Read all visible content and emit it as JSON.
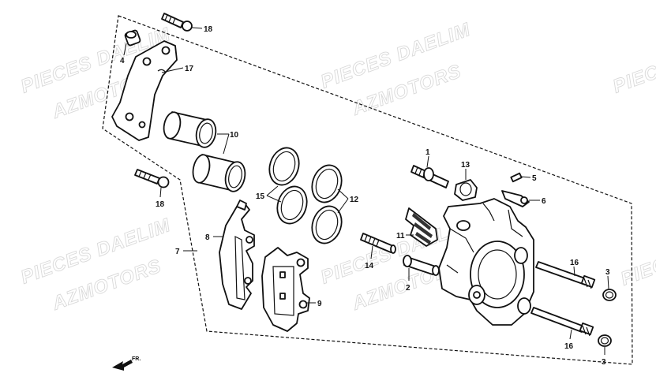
{
  "watermarks": [
    "PIECES DAELIM",
    "AZMOTORS"
  ],
  "direction_label": "FR.",
  "labels": {
    "l1": "1",
    "l2": "2",
    "l3a": "3",
    "l3b": "3",
    "l4": "4",
    "l5": "5",
    "l6": "6",
    "l7": "7",
    "l8": "8",
    "l9": "9",
    "l10": "10",
    "l11": "11",
    "l12": "12",
    "l13": "13",
    "l14": "14",
    "l15": "15",
    "l16a": "16",
    "l16b": "16",
    "l17": "17",
    "l18a": "18",
    "l18b": "18"
  }
}
